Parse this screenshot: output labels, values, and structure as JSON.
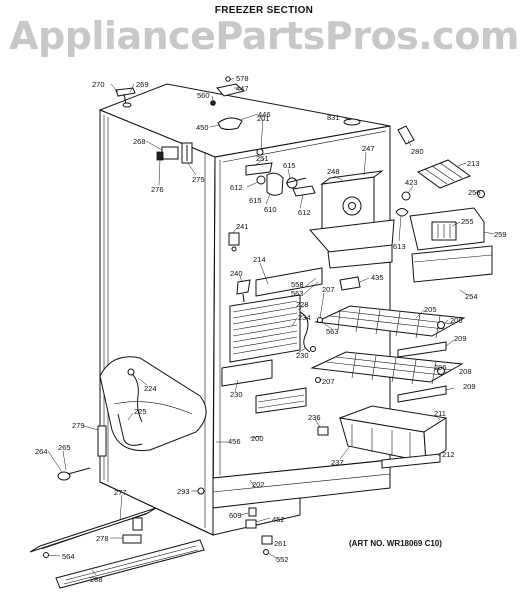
{
  "title": "FREEZER SECTION",
  "watermark": "AppliancePartsPros.com",
  "art_number": "(ART NO. WR18069 C10)",
  "callouts": {
    "c270": "270",
    "c269": "269",
    "c578": "578",
    "c447": "447",
    "c560": "560",
    "c446": "446",
    "c450": "450",
    "c201": "201",
    "c831": "831",
    "c280": "280",
    "c268": "268",
    "c251": "251",
    "c615a": "615",
    "c276": "276",
    "c275": "275",
    "c612a": "612",
    "c615b": "615",
    "c610": "610",
    "c612b": "612",
    "c248": "248",
    "c247": "247",
    "c213": "213",
    "c423": "423",
    "c256": "256",
    "c255": "255",
    "c259": "259",
    "c241": "241",
    "c613": "613",
    "c214": "214",
    "c435": "435",
    "c240": "240",
    "c558": "558",
    "c563a": "563",
    "c228": "228",
    "c207a": "207",
    "c254": "254",
    "c234": "234",
    "c205": "205",
    "c563b": "563",
    "c208a": "208",
    "c209a": "209",
    "c230a": "230",
    "c224": "224",
    "c230b": "230",
    "c207b": "207",
    "c206": "206",
    "c208b": "208",
    "c209b": "209",
    "c225": "225",
    "c211": "211",
    "c279": "279",
    "c236": "236",
    "c265": "265",
    "c264": "264",
    "c456": "456",
    "c200": "200",
    "c237": "237",
    "c212": "212",
    "c293": "293",
    "c202": "202",
    "c277": "277",
    "c609": "609",
    "c452": "452",
    "c278": "278",
    "c261": "261",
    "c564": "564",
    "c552": "552",
    "c288": "288"
  }
}
